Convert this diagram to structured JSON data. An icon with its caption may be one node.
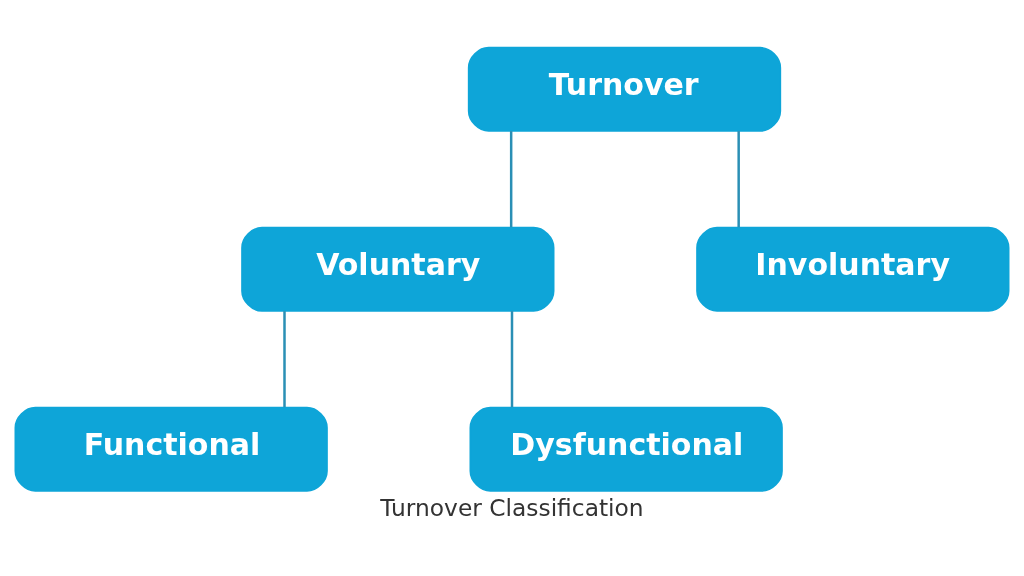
{
  "diagram": {
    "caption": "Turnover Classification",
    "nodes": [
      {
        "text": [
          "Turnover"
        ]
      },
      {
        "text": [
          "Voluntary"
        ]
      },
      {
        "text": [
          "Involuntary"
        ]
      },
      {
        "text": [
          "Functional"
        ]
      },
      {
        "text": [
          "Dysfunctional"
        ]
      }
    ],
    "edges": [
      {
        "from": 0,
        "to": 1,
        "arrow": "none"
      },
      {
        "from": 0,
        "to": 2,
        "arrow": "none"
      },
      {
        "from": 1,
        "to": 3,
        "arrow": "none"
      },
      {
        "from": 1,
        "to": 4,
        "arrow": "none"
      }
    ]
  }
}
